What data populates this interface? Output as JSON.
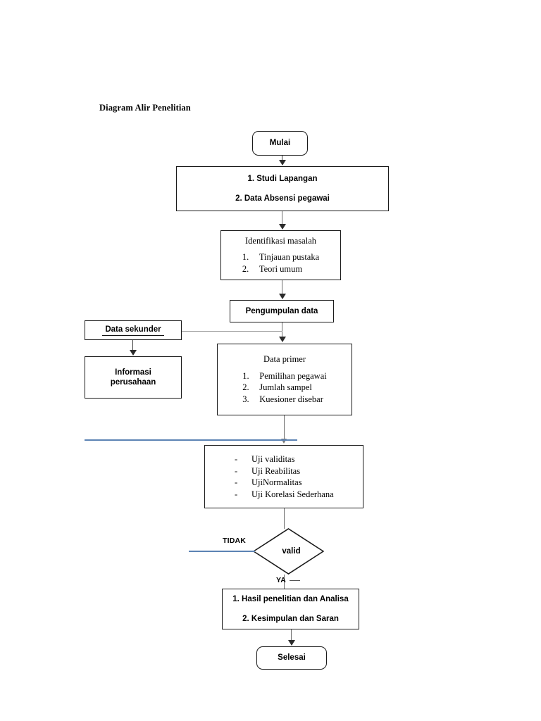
{
  "page": {
    "title": "Diagram Alir Penelitian",
    "background": "#ffffff",
    "ink": "#000000",
    "connector_color": "#6e6e6e",
    "feedback_color": "#5c83b4"
  },
  "nodes": {
    "start": {
      "label": "Mulai",
      "shape": "rounded-rectangle"
    },
    "step1": {
      "line1": "1. Studi Lapangan",
      "line2": "2. Data Absensi pegawai",
      "shape": "rectangle"
    },
    "identifikasi": {
      "heading": "Identifikasi masalah",
      "items": [
        {
          "mark": "1.",
          "text": "Tinjauan pustaka"
        },
        {
          "mark": "2.",
          "text": "Teori umum"
        }
      ],
      "shape": "rectangle"
    },
    "pengumpulan": {
      "label": "Pengumpulan data",
      "shape": "rectangle"
    },
    "data_sekunder": {
      "label": "Data sekunder",
      "shape": "rectangle",
      "underlined": true
    },
    "informasi": {
      "line1": "Informasi",
      "line2": "perusahaan",
      "shape": "rectangle"
    },
    "data_primer": {
      "heading": "Data primer",
      "items": [
        {
          "mark": "1.",
          "text": "Pemilihan pegawai"
        },
        {
          "mark": "2.",
          "text": "Jumlah sampel"
        },
        {
          "mark": "3.",
          "text": "Kuesioner disebar"
        }
      ],
      "shape": "rectangle"
    },
    "uji": {
      "items": [
        {
          "mark": "-",
          "text": "Uji validitas"
        },
        {
          "mark": "-",
          "text": "Uji Reabilitas"
        },
        {
          "mark": "-",
          "text": "UjiNormalitas"
        },
        {
          "mark": "-",
          "text": "Uji Korelasi Sederhana"
        }
      ],
      "shape": "rectangle"
    },
    "decision": {
      "label": "valid",
      "shape": "diamond"
    },
    "hasil": {
      "line1": "1. Hasil penelitian dan Analisa",
      "line2": "2. Kesimpulan dan Saran",
      "shape": "rectangle"
    },
    "end": {
      "label": "Selesai",
      "shape": "rounded-rectangle"
    }
  },
  "edge_labels": {
    "tidak": "TIDAK",
    "ya": "YA"
  }
}
